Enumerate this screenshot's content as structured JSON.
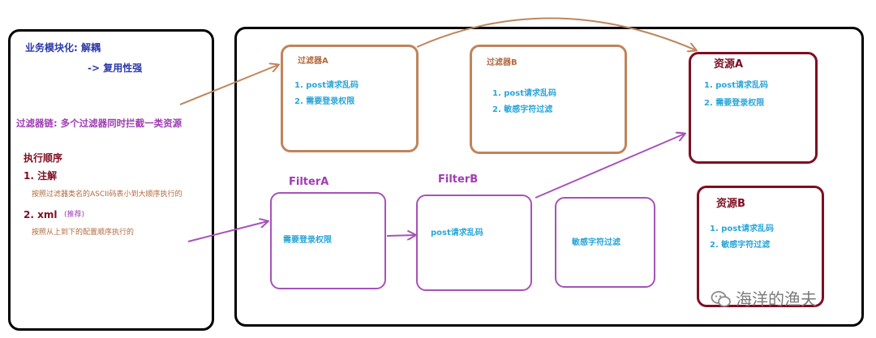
{
  "left_panel": {
    "line1": "业务模块化: 解耦",
    "line2": "-> 复用性强",
    "chain": "过滤器链: 多个过滤器同时拦截一类资源",
    "order_title": "执行顺序",
    "item1_title": "1. 注解",
    "item1_desc": "按照过滤器类名的ASCII码表小到大顺序执行的",
    "item2_title": "2. xml",
    "item2_note": "(推荐)",
    "item2_desc": "按照从上到下的配置顺序执行的"
  },
  "filter_a_box": {
    "title": "过滤器A",
    "items": [
      "1. post请求乱码",
      "2. 需要登录权限"
    ]
  },
  "filter_b_box": {
    "title": "过滤器B",
    "items": [
      "1. post请求乱码",
      "2. 敏感字符过滤"
    ]
  },
  "resource_a": {
    "title": "资源A",
    "items": [
      "1. post请求乱码",
      "2. 需要登录权限"
    ]
  },
  "resource_b": {
    "title": "资源B",
    "items": [
      "1. post请求乱码",
      "2. 敏感字符过滤"
    ]
  },
  "filterA_label": "FilterA",
  "filterB_label": "FilterB",
  "chainA_text": "需要登录权限",
  "chainB_text": "post请求乱码",
  "chainC_text": "敏感字符过滤",
  "watermark": "海洋的渔夫",
  "colors": {
    "brown": "#c0845c",
    "purple": "#a652b8",
    "dark_red": "#7f0e22",
    "blue_text": "#2aa6d8",
    "navy_text": "#2b3aa8"
  }
}
